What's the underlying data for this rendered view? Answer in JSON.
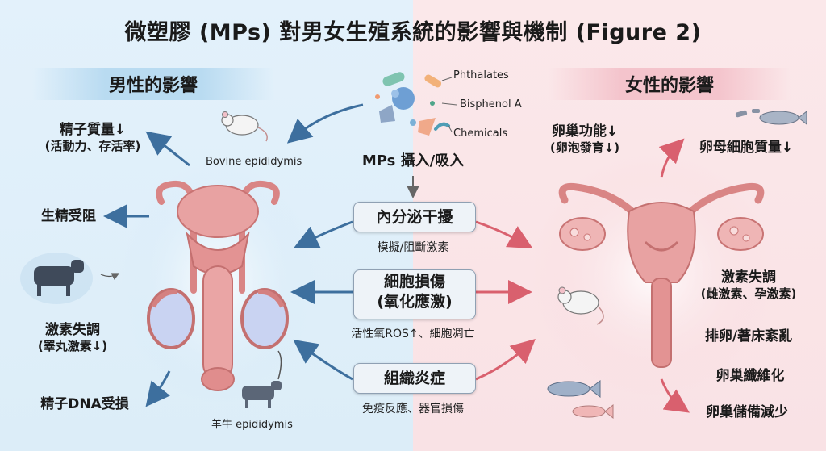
{
  "title": "微塑膠 (MPs) 對男女生殖系統的影響與機制 (Figure 2)",
  "male": {
    "header": "男性的影響",
    "effects": [
      {
        "main": "精子質量↓",
        "sub": "(活動力、存活率)"
      },
      {
        "main": "生精受阻",
        "sub": ""
      },
      {
        "main": "激素失調",
        "sub": "(睪丸激素↓)"
      },
      {
        "main": "精子DNA受損",
        "sub": ""
      }
    ],
    "mouse_label": "Bovine epididymis",
    "cow_label": "羊牛 epididymis"
  },
  "female": {
    "header": "女性的影響",
    "effects": [
      {
        "main": "卵巢功能↓",
        "sub": "(卵泡發育↓)"
      },
      {
        "main": "卵母細胞質量↓",
        "sub": ""
      },
      {
        "main": "激素失調",
        "sub": "(雌激素、孕激素)"
      },
      {
        "main": "排卵/著床紊亂",
        "sub": ""
      },
      {
        "main": "卵巢纖維化",
        "sub": ""
      },
      {
        "main": "卵巢儲備減少",
        "sub": ""
      }
    ]
  },
  "center": {
    "chemicals": [
      "Phthalates",
      "Bisphenol A",
      "Chemicals"
    ],
    "intake": "MPs 攝入/吸入",
    "mechanisms": [
      {
        "box": "內分泌干擾",
        "desc": "模擬/阻斷激素"
      },
      {
        "box_line1": "細胞損傷",
        "box_line2": "(氧化應激)",
        "desc": "活性氧ROS↑、細胞凋亡"
      },
      {
        "box": "組織炎症",
        "desc": "免疫反應、器官損傷"
      }
    ]
  },
  "colors": {
    "male_arrow": "#3d6f9e",
    "female_arrow": "#d9606e",
    "organ": "#e79a9a"
  }
}
